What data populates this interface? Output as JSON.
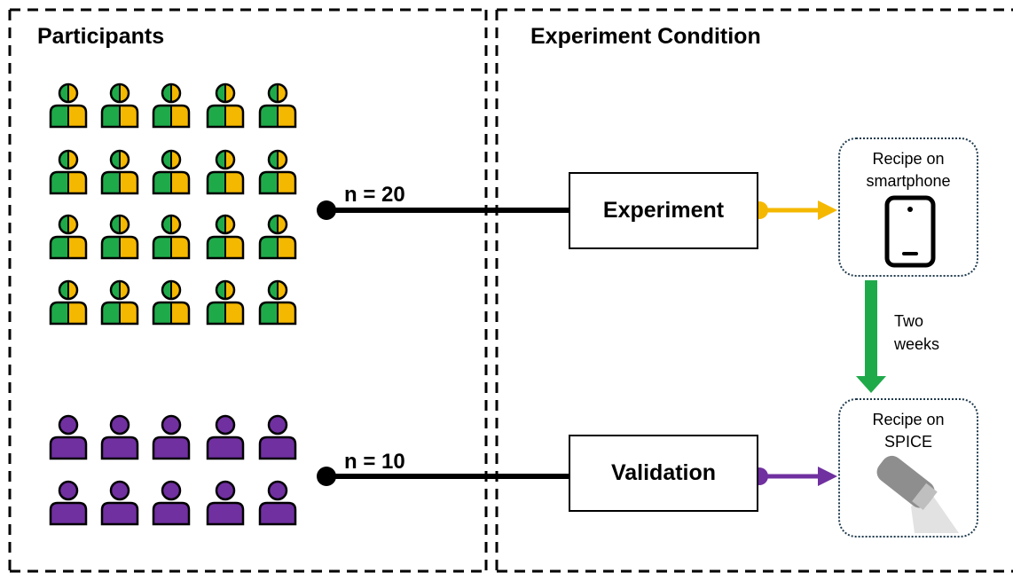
{
  "panels": {
    "participants_title": "Participants",
    "condition_title": "Experiment Condition"
  },
  "groups": [
    {
      "n_label": "n = 20",
      "condition": "Experiment",
      "color": "#f5b800",
      "person_colors": [
        "#1faa4a",
        "#f5b800"
      ]
    },
    {
      "n_label": "n = 10",
      "condition": "Validation",
      "color": "#7030a0",
      "person_colors": [
        "#7030a0",
        "#7030a0"
      ]
    }
  ],
  "devices": {
    "smartphone": {
      "line1": "Recipe on",
      "line2": "smartphone",
      "icon": "smartphone-icon"
    },
    "spice": {
      "line1": "Recipe on",
      "line2": "SPICE",
      "icon": "spice-projector-icon"
    }
  },
  "transition": {
    "line1": "Two",
    "line2": "weeks",
    "color": "#1faa4a"
  }
}
